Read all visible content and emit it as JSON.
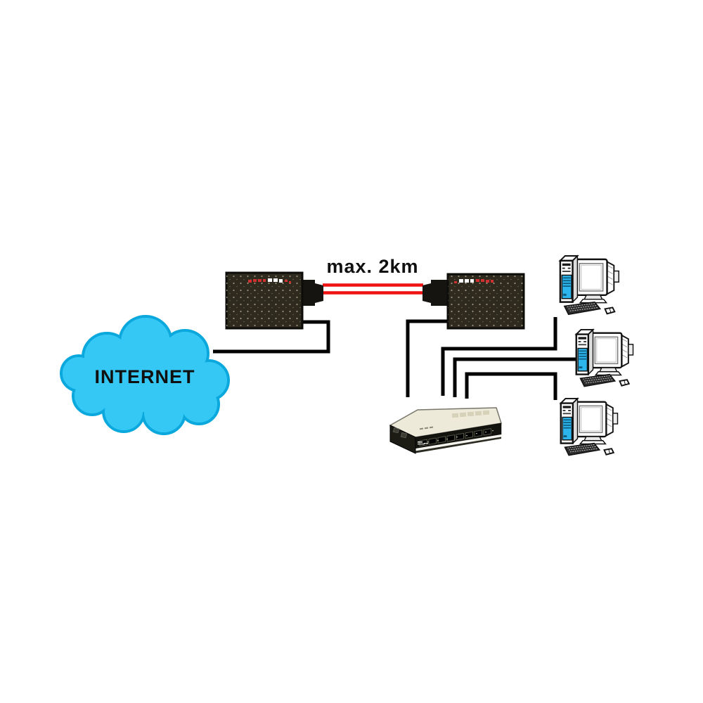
{
  "labels": {
    "internet": "INTERNET",
    "max_distance": "max. 2km"
  },
  "colors": {
    "background": "#ffffff",
    "cable": "#000000",
    "fiber_red": "#ee1212",
    "cloud_fill": "#35c8f5",
    "cloud_stroke": "#0aa8dc",
    "converter_body": "#2e2a1e",
    "converter_mark_red": "#d03030",
    "converter_mark_white": "#ffffff",
    "switch_top": "#edead9",
    "switch_front": "#14140f",
    "pc_accent": "#2cb4ec"
  },
  "nodes": [
    {
      "id": "internet-cloud",
      "kind": "cloud",
      "label": "INTERNET"
    },
    {
      "id": "media-converter-left",
      "kind": "fiber-media-converter"
    },
    {
      "id": "media-converter-right",
      "kind": "fiber-media-converter"
    },
    {
      "id": "fiber-link",
      "kind": "fiber-optic-cable-pair",
      "label": "max. 2km"
    },
    {
      "id": "ethernet-switch",
      "kind": "desktop-switch"
    },
    {
      "id": "computer-1",
      "kind": "desktop-computer"
    },
    {
      "id": "computer-2",
      "kind": "desktop-computer"
    },
    {
      "id": "computer-3",
      "kind": "desktop-computer"
    }
  ],
  "connections": [
    {
      "from": "internet-cloud",
      "to": "media-converter-left"
    },
    {
      "from": "media-converter-left",
      "to": "media-converter-right",
      "label": "max. 2km"
    },
    {
      "from": "media-converter-right",
      "to": "ethernet-switch"
    },
    {
      "from": "ethernet-switch",
      "to": "computer-1"
    },
    {
      "from": "ethernet-switch",
      "to": "computer-2"
    },
    {
      "from": "ethernet-switch",
      "to": "computer-3"
    }
  ]
}
